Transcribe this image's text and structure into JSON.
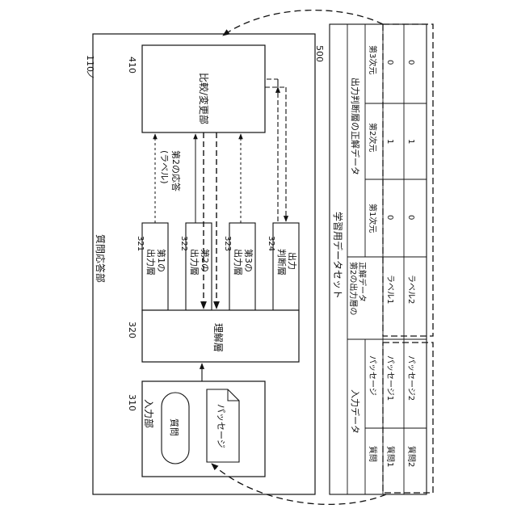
{
  "refs": {
    "system": "110",
    "input": "310",
    "understanding": "320",
    "out1": "321",
    "out2": "322",
    "out3": "323",
    "judge": "324",
    "compare": "410",
    "dataset": "500"
  },
  "labels": {
    "qa_unit": "質問応答部",
    "input_unit": "入力部",
    "question": "質問",
    "passage": "パッセージ",
    "understanding_layer": "理解層",
    "out1_a": "第1の",
    "out1_b": "出力層",
    "out2_a": "第2の",
    "out2_b": "出力層",
    "out3_a": "第3の",
    "out3_b": "出力層",
    "judge_a": "出力",
    "judge_b": "判断層",
    "compare_unit": "比較/変更部",
    "answer2_a": "第2の応答",
    "answer2_b": "(ラベル)"
  },
  "table": {
    "title": "学習用データセット",
    "input_header": "入力データ",
    "col_question": "質問",
    "col_passage": "パッセージ",
    "label_header_a": "第2の出力層の",
    "label_header_b": "正解データ",
    "judge_header": "出力判断層の正解データ",
    "dim1": "第1次元",
    "dim2": "第2次元",
    "dim3": "第3次元",
    "rows": [
      {
        "question": "質問1",
        "passage": "パッセージ1",
        "label": "ラベル1",
        "d1": "0",
        "d2": "1",
        "d3": "0"
      },
      {
        "question": "質問2",
        "passage": "パッセージ2",
        "label": "ラベル2",
        "d1": "0",
        "d2": "1",
        "d3": "0"
      }
    ]
  }
}
